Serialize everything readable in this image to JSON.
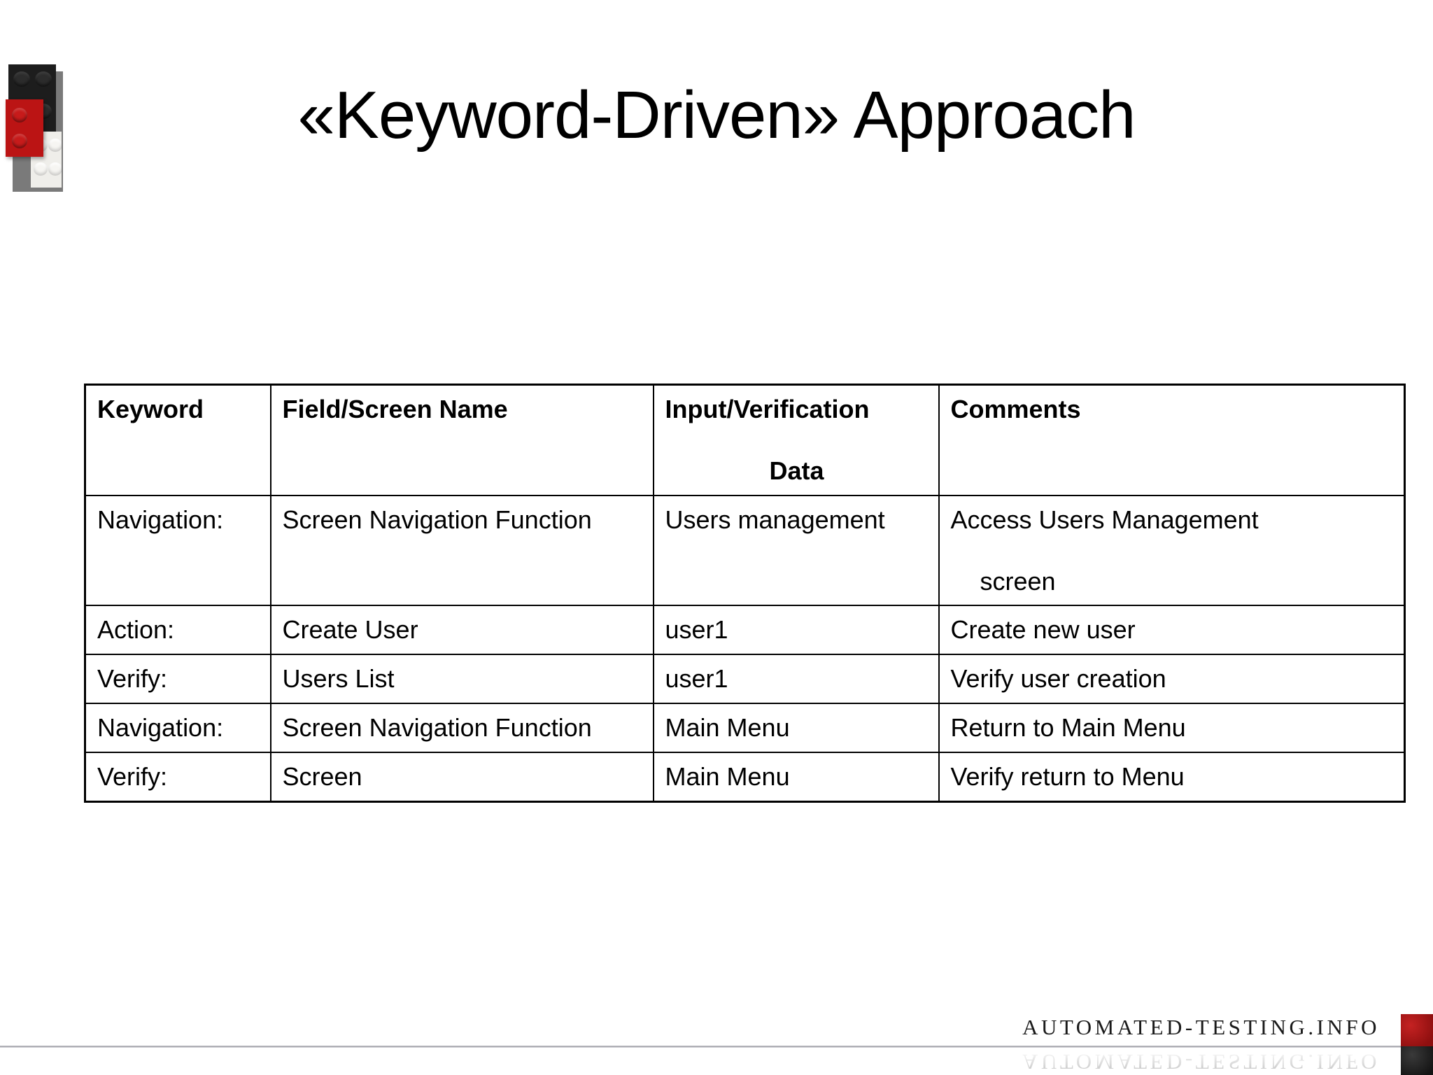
{
  "slide": {
    "title": "«Keyword-Driven» Approach",
    "logo_icon": "lego-bricks-icon"
  },
  "table": {
    "columns": [
      "Keyword",
      "Field/Screen Name",
      "Input/Verification Data",
      "Comments"
    ],
    "headers": {
      "keyword": "Keyword",
      "field_screen_name": "Field/Screen Name",
      "input_verification_line1": "Input/Verification",
      "input_verification_line2": "Data",
      "comments": "Comments"
    },
    "rows": [
      {
        "keyword": "Navigation:",
        "field": "Screen Navigation Function",
        "input": "Users management",
        "comment_line1": "Access Users Management",
        "comment_line2": "screen"
      },
      {
        "keyword": "Action:",
        "field": "Create User",
        "input": "user1",
        "comment_line1": "Create new user",
        "comment_line2": ""
      },
      {
        "keyword": "Verify:",
        "field": "Users List",
        "input": "user1",
        "comment_line1": "Verify user creation",
        "comment_line2": ""
      },
      {
        "keyword": "Navigation:",
        "field": "Screen Navigation Function",
        "input": "Main Menu",
        "comment_line1": "Return to Main Menu",
        "comment_line2": ""
      },
      {
        "keyword": "Verify:",
        "field": "Screen",
        "input": "Main Menu",
        "comment_line1": "Verify return to Menu",
        "comment_line2": ""
      }
    ]
  },
  "footer": {
    "brand": "AUTOMATED-TESTING.INFO",
    "logo_icon": "red-dark-square-logo-icon"
  },
  "colors": {
    "brand_red": "#b01616",
    "brand_dark": "#262626",
    "table_border": "#000000",
    "background": "#ffffff"
  }
}
